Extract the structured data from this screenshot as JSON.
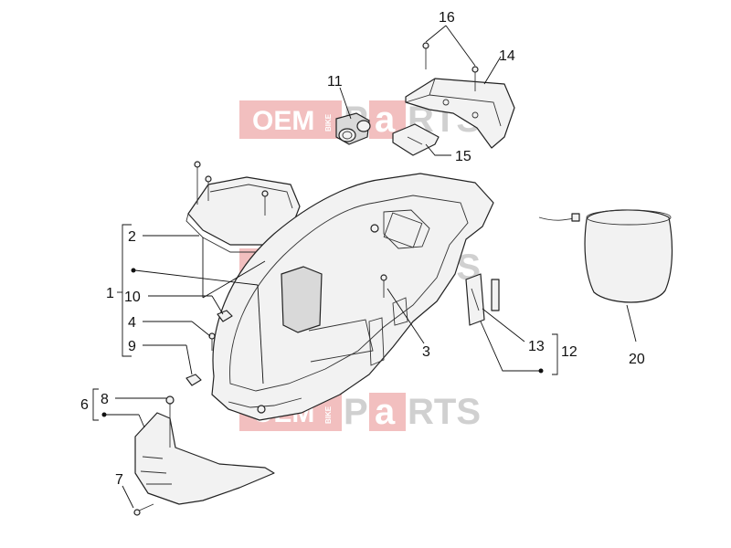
{
  "watermark": {
    "oem": "OEM",
    "bike": "BIKE",
    "p": "P",
    "a": "a",
    "rts": "RTS"
  },
  "callouts": {
    "c1": "1",
    "c2": "2",
    "c3": "3",
    "c4": "4",
    "c6": "6",
    "c7": "7",
    "c8": "8",
    "c9": "9",
    "c10": "10",
    "c11": "11",
    "c12": "12",
    "c13": "13",
    "c14": "14",
    "c15": "15",
    "c16": "16",
    "c20": "20"
  },
  "colors": {
    "watermark_red": "#e88a8a",
    "line": "#222222"
  }
}
